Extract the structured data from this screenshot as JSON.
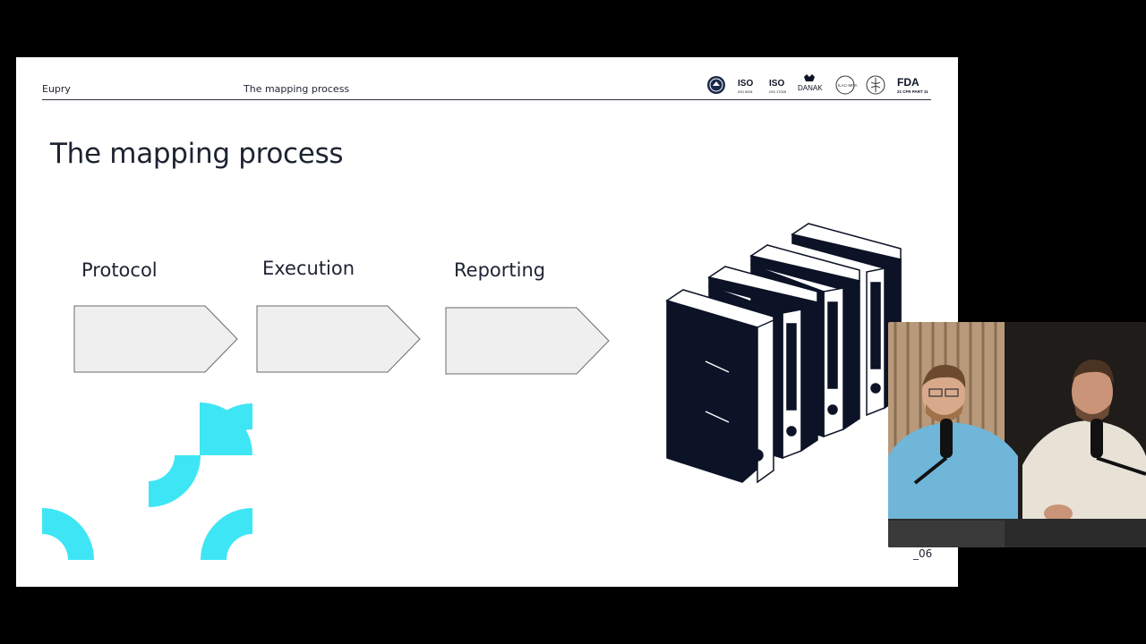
{
  "header": {
    "brand": "Eupry",
    "section": "The mapping process"
  },
  "logos": [
    {
      "name": "accreditation-seal-icon"
    },
    {
      "name": "iso-logo",
      "text": "ISO",
      "sub": "ISO 9001"
    },
    {
      "name": "iso-logo-2",
      "text": "ISO",
      "sub": "ISO 17025"
    },
    {
      "name": "danak-logo",
      "text": "DANAK"
    },
    {
      "name": "ilac-mra-logo",
      "text": "ILAC-MRA"
    },
    {
      "name": "who-logo"
    },
    {
      "name": "fda-logo",
      "text": "FDA",
      "sub": "21 CFR PART 11"
    }
  ],
  "slide": {
    "title": "The mapping process",
    "steps": [
      "Protocol",
      "Execution",
      "Reporting"
    ],
    "page_number": "_06"
  },
  "colors": {
    "accent": "#3ee6f5",
    "ink": "#0c1326",
    "arrow_fill": "#efefef",
    "arrow_stroke": "#6b6b6b"
  }
}
